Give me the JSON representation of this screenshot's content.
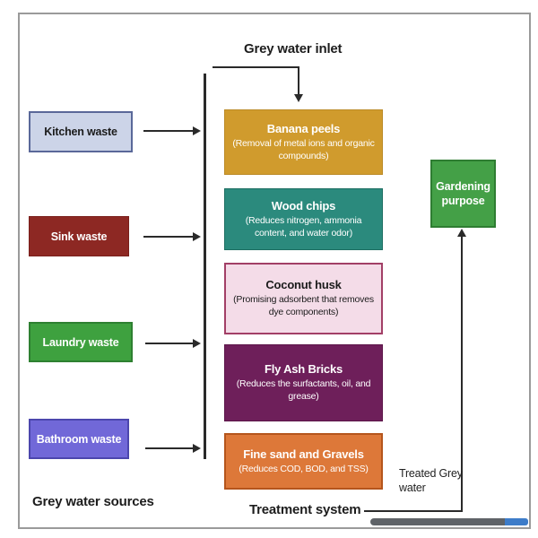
{
  "diagram": {
    "inlet_label": "Grey water inlet",
    "sources_label": "Grey water sources",
    "treatment_label": "Treatment system",
    "treated_water_label": "Treated Grey water",
    "sources": [
      {
        "label": "Kitchen waste",
        "fill": "#ccd4e8",
        "border": "#5a6899",
        "text": "#1b1b1b"
      },
      {
        "label": "Sink waste",
        "fill": "#8d2823",
        "border": "#7a1f1b",
        "text": "#ffffff"
      },
      {
        "label": "Laundry waste",
        "fill": "#3ea13f",
        "border": "#2e8031",
        "text": "#ffffff"
      },
      {
        "label": "Bathroom waste",
        "fill": "#7168d8",
        "border": "#4c46ad",
        "text": "#ffffff"
      }
    ],
    "treatments": [
      {
        "title": "Banana peels",
        "desc": "(Removal of metal ions and organic compounds)",
        "fill": "#d09b2d",
        "border": "#bb8a26",
        "text": "#ffffff"
      },
      {
        "title": "Wood chips",
        "desc": "(Reduces nitrogen, ammonia content, and water odor)",
        "fill": "#2b8a7d",
        "border": "#1d6e62",
        "text": "#ffffff"
      },
      {
        "title": "Coconut husk",
        "desc": "(Promising adsorbent that removes dye components)",
        "fill": "#f4dce8",
        "border": "#a23f66",
        "text": "#1b1b1b"
      },
      {
        "title": "Fly Ash Bricks",
        "desc": "(Reduces the surfactants, oil, and grease)",
        "fill": "#6e1f5a",
        "border": "#5c1549",
        "text": "#ffffff"
      },
      {
        "title": "Fine sand and Gravels",
        "desc": "(Reduces COD, BOD, and TSS)",
        "fill": "#dd7839",
        "border": "#b5551c",
        "text": "#ffffff"
      }
    ],
    "outcome": {
      "label": "Gardening purpose",
      "fill": "#44a047",
      "border": "#2e7d32",
      "text": "#ffffff"
    },
    "colors": {
      "line": "#2a2a2a",
      "frame": "#9a9a9a",
      "scrollbar_track": "#5f6368",
      "scrollbar_blue": "#3d7cc9"
    }
  }
}
